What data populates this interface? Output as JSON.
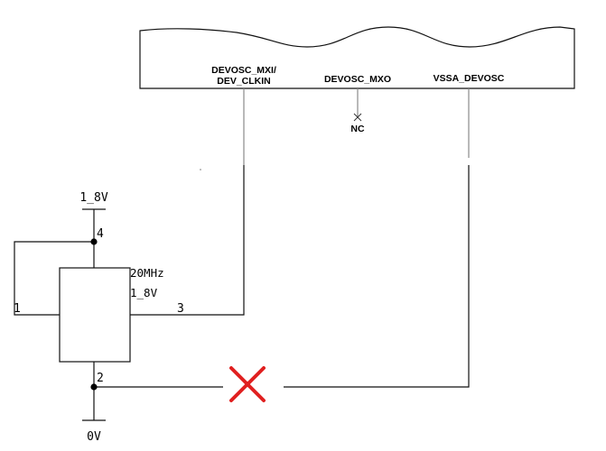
{
  "chip": {
    "pins": [
      {
        "line1": "DEVOSC_MXI/",
        "line2": "DEV_CLKIN"
      },
      {
        "line1": "DEVOSC_MXO"
      },
      {
        "line1": "VSSA_DEVOSC"
      }
    ],
    "nc_label": "NC"
  },
  "oscillator": {
    "frequency": "20MHz",
    "voltage": "1_8V",
    "pins": {
      "p1": "1",
      "p2": "2",
      "p3": "3",
      "p4": "4"
    }
  },
  "power": {
    "supply": "1_8V",
    "ground": "0V"
  },
  "colors": {
    "wire": "#111111",
    "cross": "#e02020",
    "gray_wire": "#8a8a8a"
  }
}
